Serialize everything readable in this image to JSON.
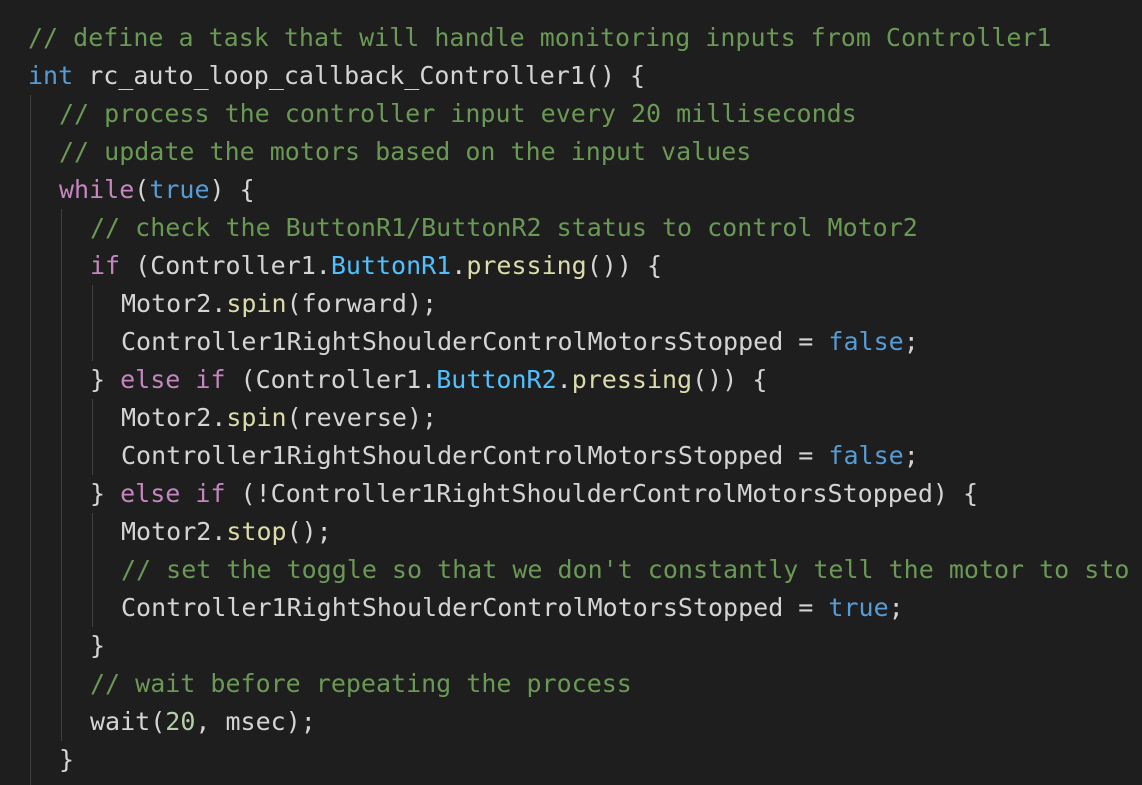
{
  "editor": {
    "background": "#1e1e1e",
    "colors": {
      "comment": "#6a9955",
      "keyword": "#569cd6",
      "control": "#c586c0",
      "function": "#dcdcaa",
      "property": "#4fc1ff",
      "number": "#b5cea8",
      "plain": "#d4d4d4"
    },
    "lines": [
      {
        "indent": 0,
        "tokens": [
          {
            "text": "// define a task that will handle monitoring inputs from Controller1",
            "type": "comment"
          }
        ]
      },
      {
        "indent": 0,
        "tokens": [
          {
            "text": "int",
            "type": "keyword"
          },
          {
            "text": " rc_auto_loop_callback_Controller1() {",
            "type": "plain"
          }
        ]
      },
      {
        "indent": 1,
        "tokens": [
          {
            "text": "// process the controller input every 20 milliseconds",
            "type": "comment"
          }
        ]
      },
      {
        "indent": 1,
        "tokens": [
          {
            "text": "// update the motors based on the input values",
            "type": "comment"
          }
        ]
      },
      {
        "indent": 1,
        "tokens": [
          {
            "text": "while",
            "type": "control"
          },
          {
            "text": "(",
            "type": "plain"
          },
          {
            "text": "true",
            "type": "keyword"
          },
          {
            "text": ") {",
            "type": "plain"
          }
        ]
      },
      {
        "indent": 2,
        "tokens": [
          {
            "text": "// check the ButtonR1/ButtonR2 status to control Motor2",
            "type": "comment"
          }
        ]
      },
      {
        "indent": 2,
        "tokens": [
          {
            "text": "if",
            "type": "control"
          },
          {
            "text": " (Controller1.",
            "type": "plain"
          },
          {
            "text": "ButtonR1",
            "type": "property"
          },
          {
            "text": ".",
            "type": "plain"
          },
          {
            "text": "pressing",
            "type": "function"
          },
          {
            "text": "()) {",
            "type": "plain"
          }
        ]
      },
      {
        "indent": 3,
        "tokens": [
          {
            "text": "Motor2.",
            "type": "plain"
          },
          {
            "text": "spin",
            "type": "function"
          },
          {
            "text": "(forward);",
            "type": "plain"
          }
        ]
      },
      {
        "indent": 3,
        "tokens": [
          {
            "text": "Controller1RightShoulderControlMotorsStopped = ",
            "type": "plain"
          },
          {
            "text": "false",
            "type": "keyword"
          },
          {
            "text": ";",
            "type": "plain"
          }
        ]
      },
      {
        "indent": 2,
        "tokens": [
          {
            "text": "} ",
            "type": "plain"
          },
          {
            "text": "else",
            "type": "control"
          },
          {
            "text": " ",
            "type": "plain"
          },
          {
            "text": "if",
            "type": "control"
          },
          {
            "text": " (Controller1.",
            "type": "plain"
          },
          {
            "text": "ButtonR2",
            "type": "property"
          },
          {
            "text": ".",
            "type": "plain"
          },
          {
            "text": "pressing",
            "type": "function"
          },
          {
            "text": "()) {",
            "type": "plain"
          }
        ]
      },
      {
        "indent": 3,
        "tokens": [
          {
            "text": "Motor2.",
            "type": "plain"
          },
          {
            "text": "spin",
            "type": "function"
          },
          {
            "text": "(reverse);",
            "type": "plain"
          }
        ]
      },
      {
        "indent": 3,
        "tokens": [
          {
            "text": "Controller1RightShoulderControlMotorsStopped = ",
            "type": "plain"
          },
          {
            "text": "false",
            "type": "keyword"
          },
          {
            "text": ";",
            "type": "plain"
          }
        ]
      },
      {
        "indent": 2,
        "tokens": [
          {
            "text": "} ",
            "type": "plain"
          },
          {
            "text": "else",
            "type": "control"
          },
          {
            "text": " ",
            "type": "plain"
          },
          {
            "text": "if",
            "type": "control"
          },
          {
            "text": " (!Controller1RightShoulderControlMotorsStopped) {",
            "type": "plain"
          }
        ]
      },
      {
        "indent": 3,
        "tokens": [
          {
            "text": "Motor2.",
            "type": "plain"
          },
          {
            "text": "stop",
            "type": "function"
          },
          {
            "text": "();",
            "type": "plain"
          }
        ]
      },
      {
        "indent": 3,
        "tokens": [
          {
            "text": "// set the toggle so that we don't constantly tell the motor to sto",
            "type": "comment"
          }
        ]
      },
      {
        "indent": 3,
        "tokens": [
          {
            "text": "Controller1RightShoulderControlMotorsStopped = ",
            "type": "plain"
          },
          {
            "text": "true",
            "type": "keyword"
          },
          {
            "text": ";",
            "type": "plain"
          }
        ]
      },
      {
        "indent": 2,
        "tokens": [
          {
            "text": "}",
            "type": "plain"
          }
        ]
      },
      {
        "indent": 2,
        "tokens": [
          {
            "text": "// wait before repeating the process",
            "type": "comment"
          }
        ]
      },
      {
        "indent": 2,
        "tokens": [
          {
            "text": "wait",
            "type": "plain"
          },
          {
            "text": "(",
            "type": "plain"
          },
          {
            "text": "20",
            "type": "num"
          },
          {
            "text": ", msec);",
            "type": "plain"
          }
        ]
      },
      {
        "indent": 1,
        "tokens": [
          {
            "text": "}",
            "type": "plain"
          }
        ]
      }
    ]
  }
}
